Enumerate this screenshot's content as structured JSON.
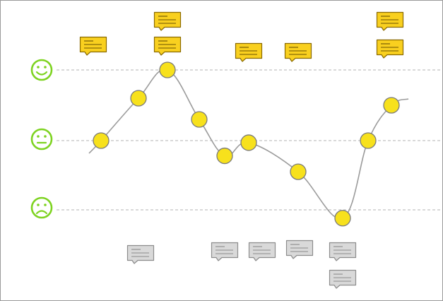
{
  "diagram": {
    "kind": "emotion-journey-map",
    "colors": {
      "background": "#ffffff",
      "frame": "#9a9a9a",
      "gridline": "#b3b3b3",
      "curve": "#9b9b9b",
      "point_fill": "#f7e11c",
      "point_stroke": "#7a7a7a",
      "face_stroke": "#7ed321",
      "positive_note_fill": "#f9d01f",
      "positive_note_stroke": "#8a6a00",
      "positive_note_lines": "#6b5200",
      "negative_note_fill": "#d9d9d9",
      "negative_note_stroke": "#8d8d8d",
      "negative_note_lines": "#8a8a8a"
    },
    "levels": [
      {
        "name": "happy",
        "icon": "smiley-happy-icon"
      },
      {
        "name": "neutral",
        "icon": "smiley-neutral-icon"
      },
      {
        "name": "sad",
        "icon": "smiley-sad-icon"
      }
    ],
    "points": [
      {
        "step": 1,
        "mood": 0.0,
        "positive_notes": 1,
        "negative_notes": 0
      },
      {
        "step": 2,
        "mood": 0.6,
        "positive_notes": 0,
        "negative_notes": 1
      },
      {
        "step": 3,
        "mood": 1.0,
        "positive_notes": 2,
        "negative_notes": 0
      },
      {
        "step": 4,
        "mood": 0.3,
        "positive_notes": 0,
        "negative_notes": 0
      },
      {
        "step": 5,
        "mood": -0.22,
        "positive_notes": 0,
        "negative_notes": 1
      },
      {
        "step": 6,
        "mood": -0.03,
        "positive_notes": 1,
        "negative_notes": 1
      },
      {
        "step": 7,
        "mood": -0.45,
        "positive_notes": 1,
        "negative_notes": 1
      },
      {
        "step": 8,
        "mood": -1.12,
        "positive_notes": 0,
        "negative_notes": 2
      },
      {
        "step": 9,
        "mood": 0.0,
        "positive_notes": 0,
        "negative_notes": 0
      },
      {
        "step": 10,
        "mood": 0.5,
        "positive_notes": 2,
        "negative_notes": 0
      }
    ]
  }
}
